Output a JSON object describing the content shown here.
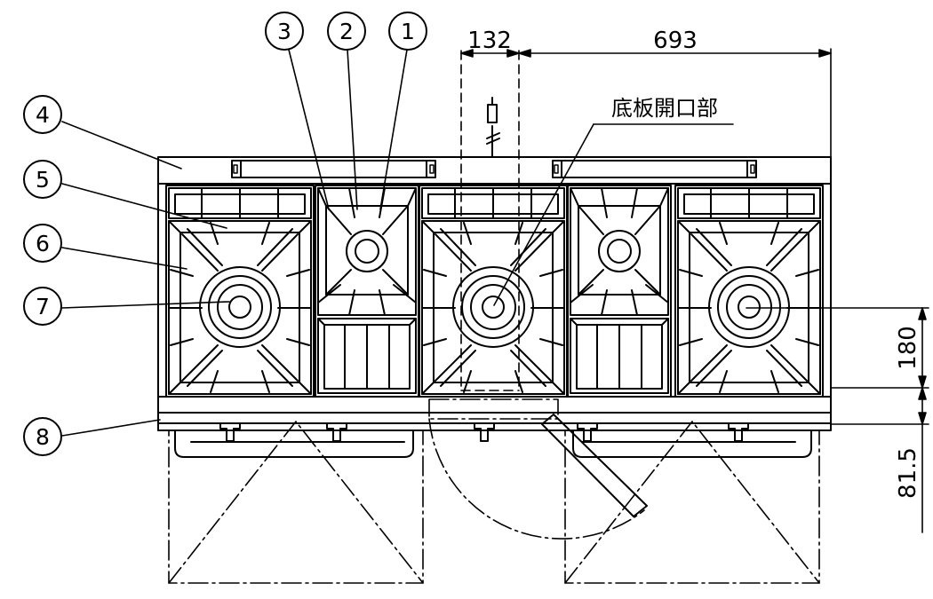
{
  "callouts": [
    {
      "label": "1"
    },
    {
      "label": "2"
    },
    {
      "label": "3"
    },
    {
      "label": "4"
    },
    {
      "label": "5"
    },
    {
      "label": "6"
    },
    {
      "label": "7"
    },
    {
      "label": "8"
    }
  ],
  "dimensions": {
    "top_small": "132",
    "top_large": "693",
    "right_upper": "180",
    "right_lower": "81.5"
  },
  "opening_label": "底板開口部"
}
